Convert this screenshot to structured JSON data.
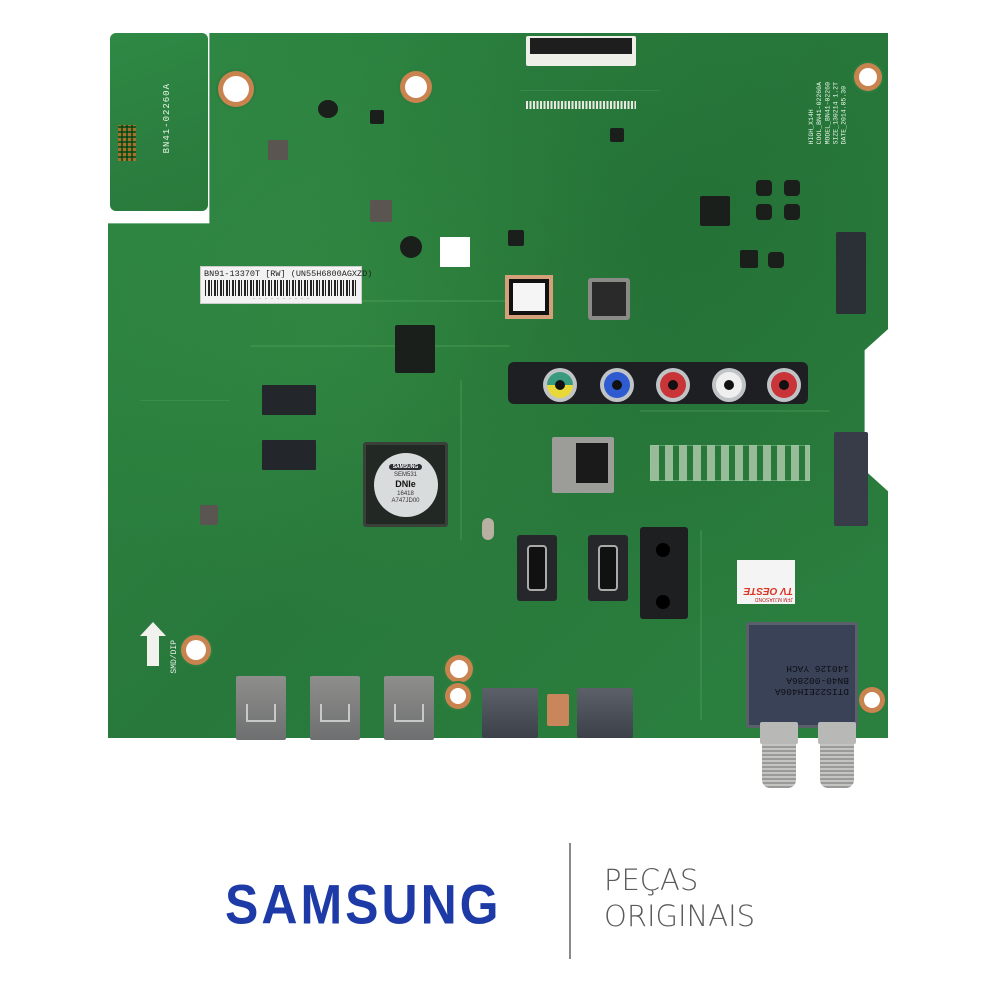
{
  "product": {
    "type": "TV main board (PCB)",
    "board_codes": {
      "sub_board": "BN41-02260A",
      "sticker_line": "BN91-13370T [RW] (UN55H6800AGXZD)",
      "soc_brand": "SAMSUNG",
      "soc_model": "SEM531",
      "soc_logo": "DNIe",
      "soc_lines": [
        "16418",
        "A747JD00"
      ],
      "model_block": [
        "HIGH_X14H",
        "COOL_BN41-02260A",
        "MODEL_BN41-02260",
        "SIZE_130214 1.2T",
        "DATE_2014.05.30"
      ],
      "tuner_lines": [
        "DTIS22EIH406A",
        "BN40-00286A",
        "140126 YACH"
      ],
      "silkscreen": "SMD/DIP"
    },
    "connectors": {
      "rca_colors": [
        "yellow/green",
        "blue",
        "red",
        "white",
        "red"
      ],
      "usb_ports": 3,
      "hdmi_rear": 2,
      "hdmi_side": 2,
      "lan": 1,
      "optical": 1,
      "rf_f_connectors": 2
    },
    "service_sticker": {
      "title": "TV OESTE",
      "code": "JFM MJJASOND"
    }
  },
  "footer": {
    "brand": "SAMSUNG",
    "tagline_line1": "PEÇAS",
    "tagline_line2": "ORIGINAIS",
    "brand_color": "#1d3aa6",
    "tagline_color": "#5a5a5a"
  }
}
